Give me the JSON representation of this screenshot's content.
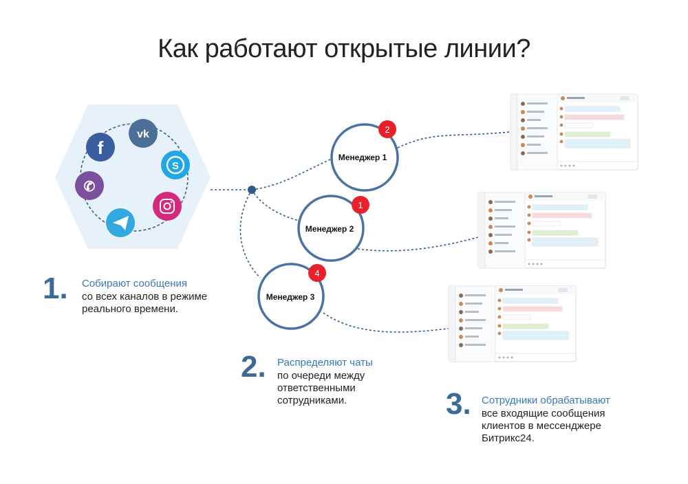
{
  "title": "Как работают открытые линии?",
  "channels": [
    {
      "name": "facebook",
      "glyph": "f",
      "color": "#3a5da0"
    },
    {
      "name": "vk",
      "glyph": "vk",
      "color": "#4b6f96"
    },
    {
      "name": "skype",
      "glyph": "S",
      "color": "#1ea8e6"
    },
    {
      "name": "viber",
      "glyph": "✆",
      "color": "#7b519d"
    },
    {
      "name": "telegram",
      "glyph": "➤",
      "color": "#32a8e0"
    },
    {
      "name": "instagram",
      "glyph": "◎",
      "color": "#d6297d"
    }
  ],
  "managers": [
    {
      "label": "Менеджер 1",
      "badge": "2"
    },
    {
      "label": "Менеджер 2",
      "badge": "1"
    },
    {
      "label": "Менеджер 3",
      "badge": "4"
    }
  ],
  "steps": [
    {
      "number": "1.",
      "heading": "Собирают сообщения",
      "lines": [
        "со всех каналов в режиме",
        "реального времени."
      ]
    },
    {
      "number": "2.",
      "heading": "Распределяют чаты",
      "lines": [
        "по очереди между",
        "ответственными",
        "сотрудниками."
      ]
    },
    {
      "number": "3.",
      "heading": "Сотрудники обрабатывают",
      "lines": [
        "все входящие сообщения",
        "клиентов в мессенджере",
        "Битрикс24."
      ]
    }
  ],
  "colors": {
    "accent": "#3a78b5",
    "ring": "#4a73a3",
    "badge": "#e8202a",
    "hexagon": "#e7f1fa",
    "number": "#3d6a94"
  }
}
